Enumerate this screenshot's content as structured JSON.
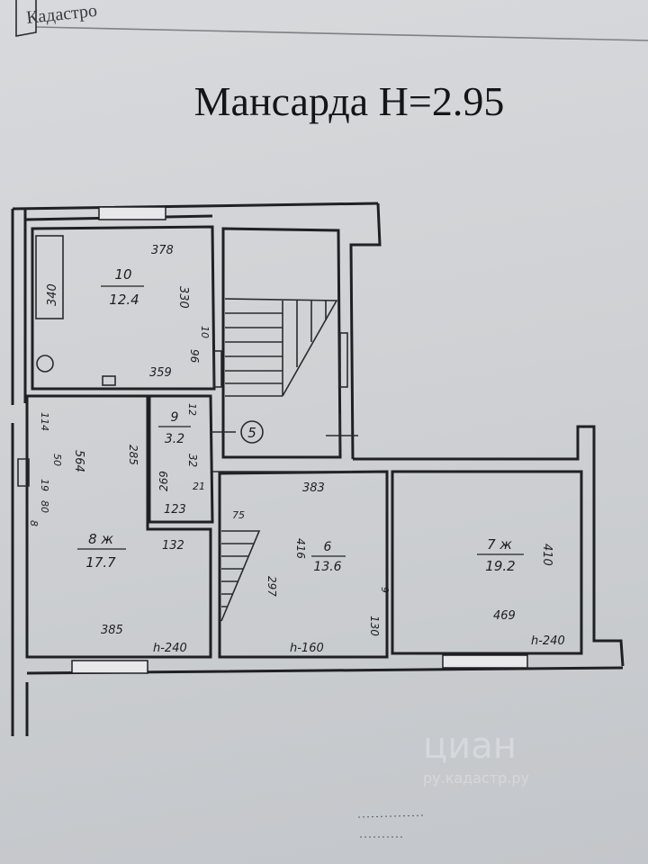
{
  "header": {
    "stamp": "Кадастро"
  },
  "title": "Мансарда H=2.95",
  "rooms": [
    {
      "number": "10",
      "area": "12.4"
    },
    {
      "number": "9",
      "area": "3.2"
    },
    {
      "number": "8 ж",
      "area": "17.7"
    },
    {
      "number": "6",
      "area": "13.6"
    },
    {
      "number": "7 ж",
      "area": "19.2"
    }
  ],
  "stair_marker": "5",
  "dimensions": {
    "r10_top": "378",
    "r10_left": "340",
    "r10_right": "330",
    "r10_bottom": "359",
    "r10_small": "10",
    "r10_door": "96",
    "r9_top": "12",
    "r9_left": "269",
    "r9_right": "32",
    "r9_bottom": "123",
    "r9_gap": "21",
    "r8_a": "114",
    "r8_b": "50",
    "r8_c": "19",
    "r8_d": "80",
    "r8_e": "8",
    "r8_depth": "564",
    "r8_side": "285",
    "r8_mid": "132",
    "r8_bottom": "385",
    "r6_top": "383",
    "r6_stair": "75",
    "r6_left": "416",
    "r6_diag": "297",
    "r6_small": "9",
    "r6_corner": "130",
    "r7_right": "410",
    "r7_bottom": "469"
  },
  "heights": {
    "r8": "h-240",
    "r6": "h-160",
    "r7": "h-240"
  },
  "watermark": {
    "brand": "циан",
    "sub": "ру.кадастр.ру"
  }
}
